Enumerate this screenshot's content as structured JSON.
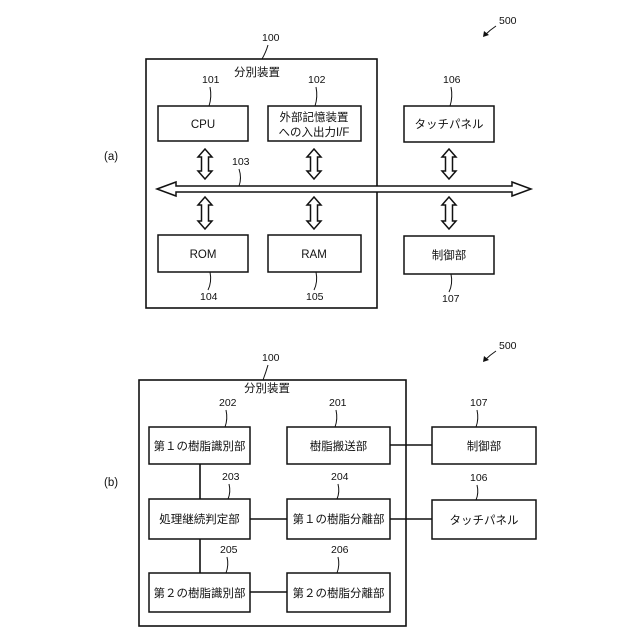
{
  "diagram_a": {
    "panel_label": "(a)",
    "ref_system": "500",
    "device": {
      "ref": "100",
      "title": "分別装置"
    },
    "cpu": {
      "ref": "101",
      "label": "CPU"
    },
    "ext_if": {
      "ref": "102",
      "label_line1": "外部記憶装置",
      "label_line2": "への入出力I/F"
    },
    "bus": {
      "ref": "103"
    },
    "rom": {
      "ref": "104",
      "label": "ROM"
    },
    "ram": {
      "ref": "105",
      "label": "RAM"
    },
    "touch_panel": {
      "ref": "106",
      "label": "タッチパネル"
    },
    "control": {
      "ref": "107",
      "label": "制御部"
    }
  },
  "diagram_b": {
    "panel_label": "(b)",
    "ref_system": "500",
    "device": {
      "ref": "100",
      "title": "分別装置"
    },
    "resin_transport": {
      "ref": "201",
      "label": "樹脂搬送部"
    },
    "first_identify": {
      "ref": "202",
      "label": "第１の樹脂識別部"
    },
    "continue_judge": {
      "ref": "203",
      "label": "処理継続判定部"
    },
    "first_separate": {
      "ref": "204",
      "label": "第１の樹脂分離部"
    },
    "second_identify": {
      "ref": "205",
      "label": "第２の樹脂識別部"
    },
    "second_separate": {
      "ref": "206",
      "label": "第２の樹脂分離部"
    },
    "control": {
      "ref": "107",
      "label": "制御部"
    },
    "touch_panel": {
      "ref": "106",
      "label": "タッチパネル"
    }
  }
}
